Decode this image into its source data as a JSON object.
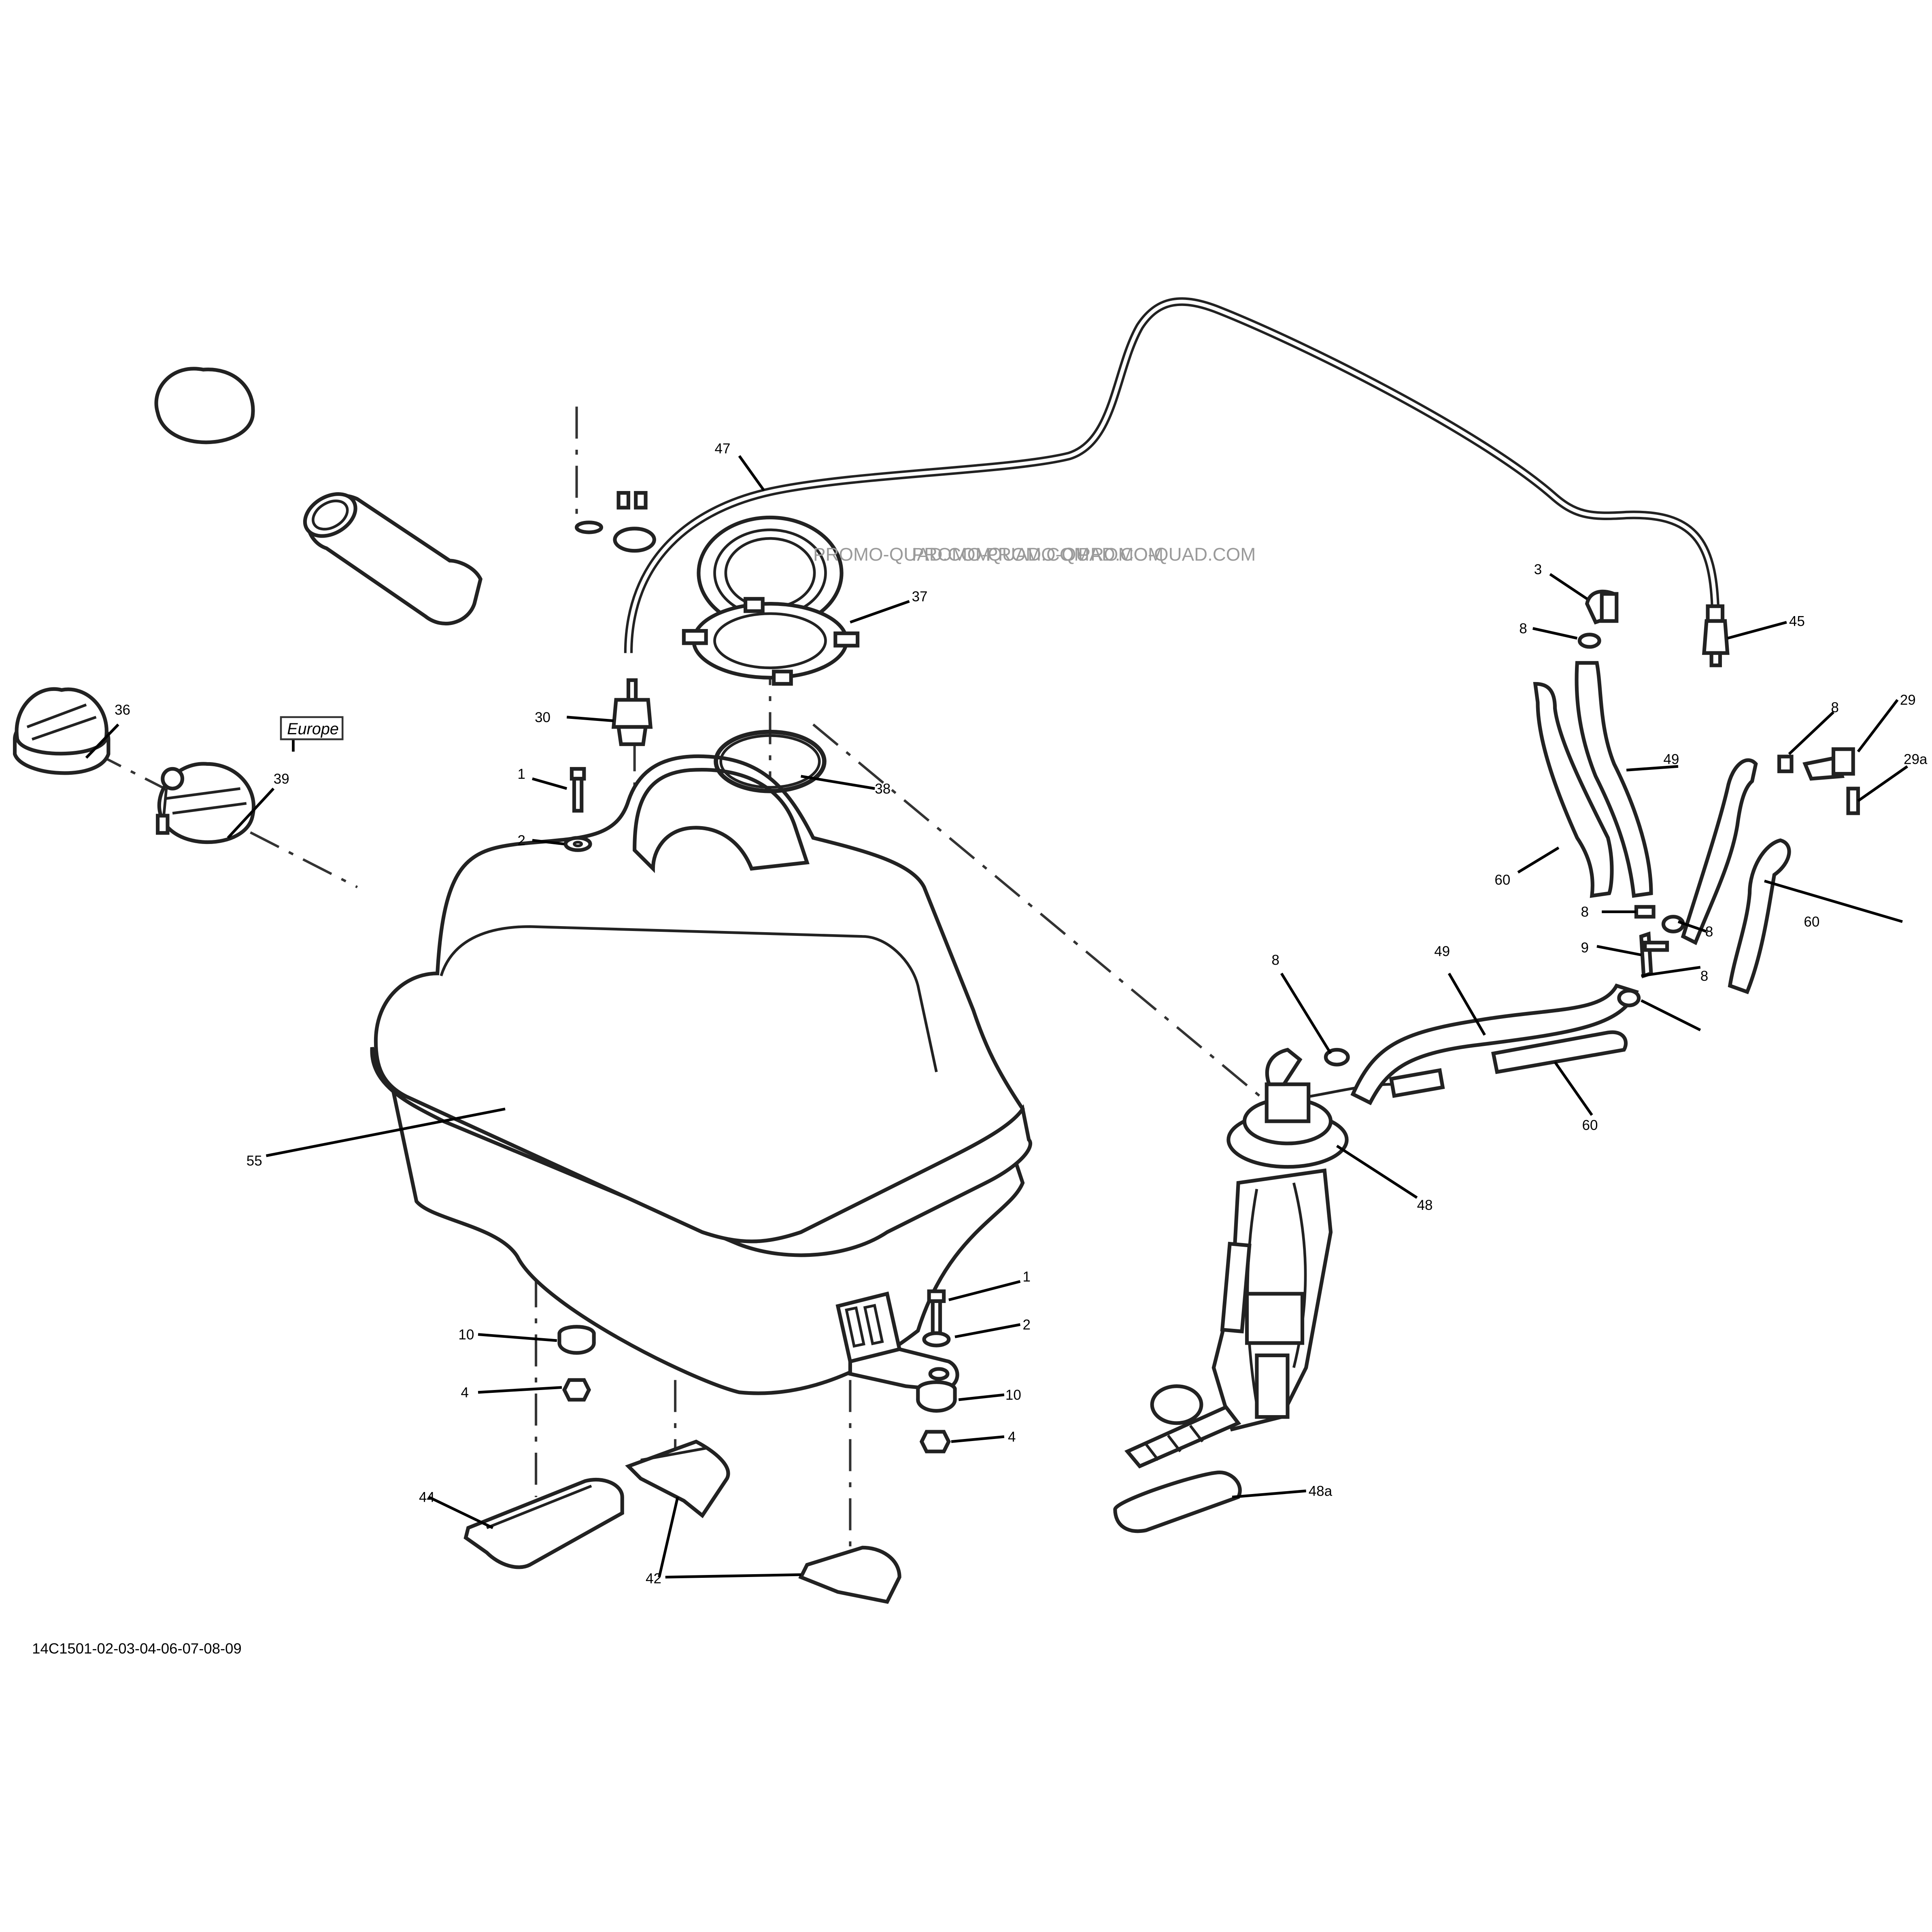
{
  "diagram": {
    "region_tag": "Europe",
    "document_code": "14C1501-02-03-04-06-07-08-09",
    "watermark": "PROMO-QUAD.COM",
    "callouts": {
      "c47": "47",
      "c37": "37",
      "c38": "38",
      "c30": "30",
      "c36": "36",
      "c39": "39",
      "c1a": "1",
      "c2a": "2",
      "c3": "3",
      "c8a": "8",
      "c45": "45",
      "c8b": "8",
      "c29": "29",
      "c29a": "29a",
      "c60a": "60",
      "c49a": "49",
      "c60b": "60",
      "c8c": "8",
      "c9": "9",
      "c8d": "8",
      "c8e": "8",
      "c49b": "49",
      "c8f": "8",
      "c60c": "60",
      "c48": "48",
      "c55": "55",
      "c1b": "1",
      "c2b": "2",
      "c10a": "10",
      "c4a": "4",
      "c10b": "10",
      "c4b": "4",
      "c44": "44",
      "c42": "42",
      "c48a": "48a"
    }
  }
}
